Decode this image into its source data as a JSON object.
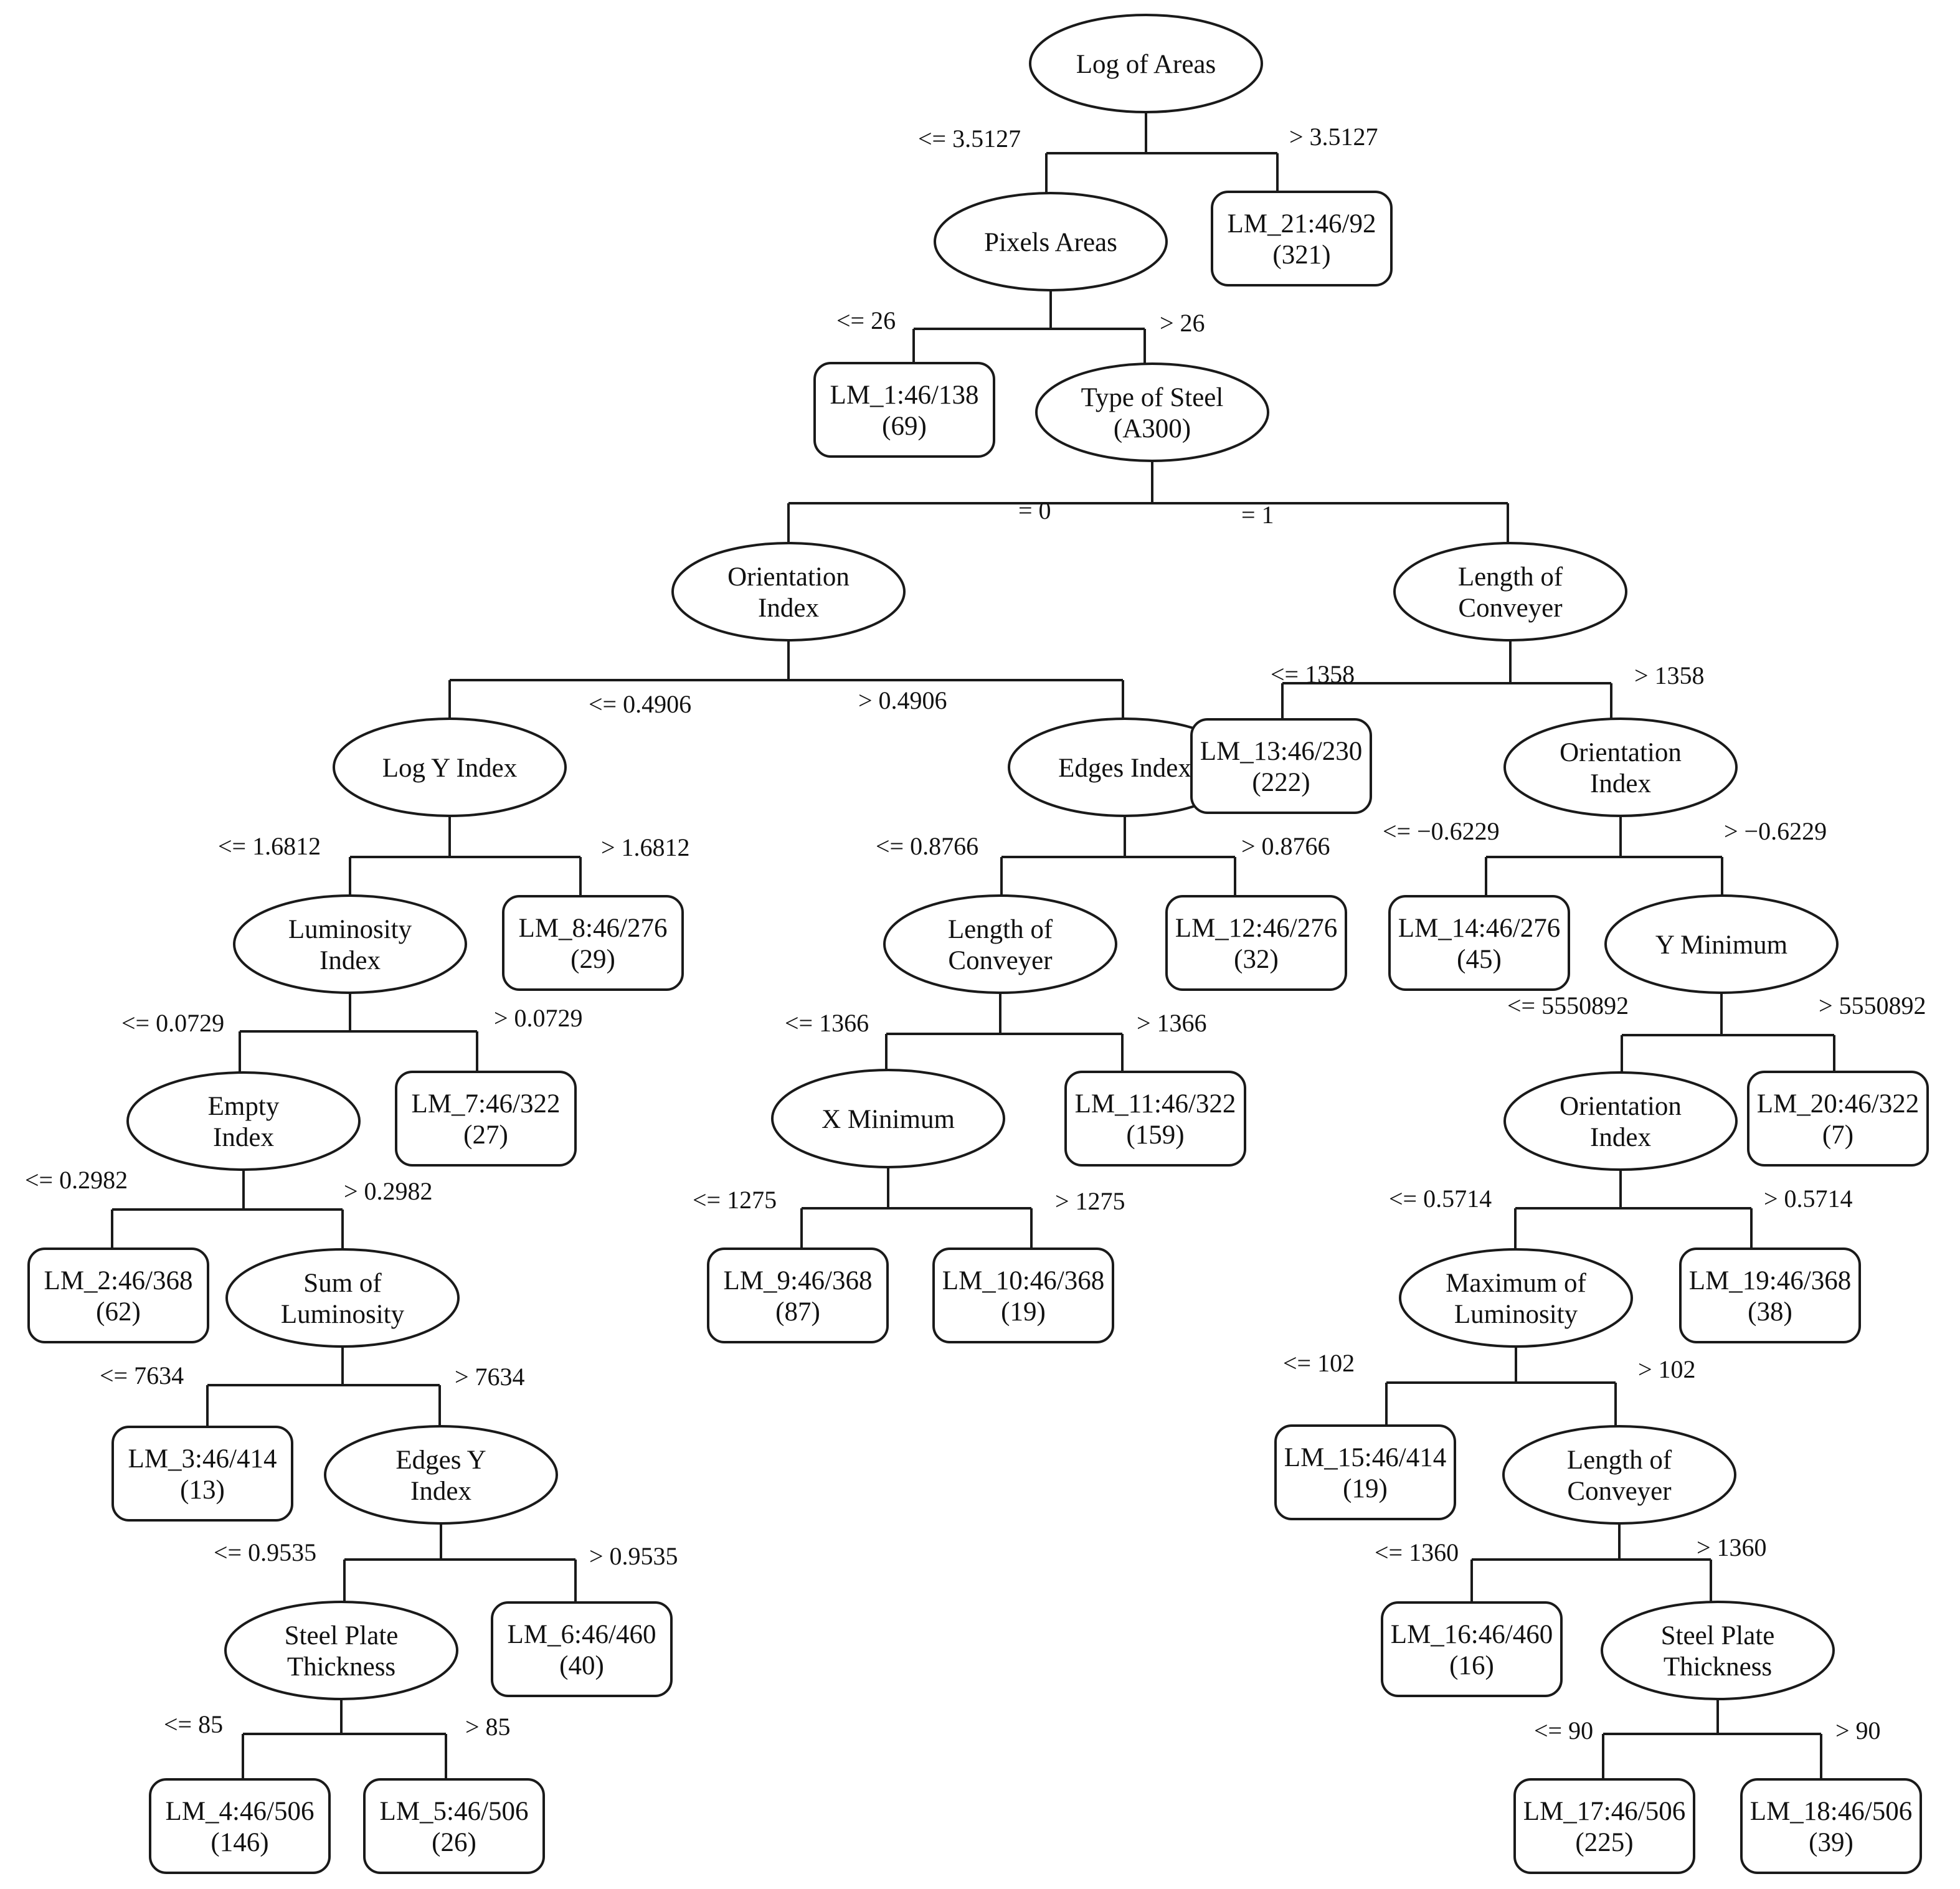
{
  "diagram": {
    "type": "model-tree",
    "nodes": [
      {
        "id": "n_log_areas",
        "kind": "split",
        "lines": [
          "Log of Areas"
        ]
      },
      {
        "id": "n_pixels",
        "kind": "split",
        "lines": [
          "Pixels Areas"
        ]
      },
      {
        "id": "lm21",
        "kind": "leaf",
        "lines": [
          "LM_21:46/92",
          "(321)"
        ]
      },
      {
        "id": "lm1",
        "kind": "leaf",
        "lines": [
          "LM_1:46/138",
          "(69)"
        ]
      },
      {
        "id": "n_type_steel",
        "kind": "split",
        "lines": [
          "Type of Steel",
          "(A300)"
        ]
      },
      {
        "id": "n_orient1",
        "kind": "split",
        "lines": [
          "Orientation",
          "Index"
        ]
      },
      {
        "id": "n_length1",
        "kind": "split",
        "lines": [
          "Length of",
          "Conveyer"
        ]
      },
      {
        "id": "n_logy",
        "kind": "split",
        "lines": [
          "Log Y Index"
        ]
      },
      {
        "id": "n_edges",
        "kind": "split",
        "lines": [
          "Edges Index"
        ]
      },
      {
        "id": "lm13",
        "kind": "leaf",
        "lines": [
          "LM_13:46/230",
          "(222)"
        ]
      },
      {
        "id": "n_orient2",
        "kind": "split",
        "lines": [
          "Orientation",
          "Index"
        ]
      },
      {
        "id": "n_lumin",
        "kind": "split",
        "lines": [
          "Luminosity",
          "Index"
        ]
      },
      {
        "id": "lm8",
        "kind": "leaf",
        "lines": [
          "LM_8:46/276",
          "(29)"
        ]
      },
      {
        "id": "n_length2",
        "kind": "split",
        "lines": [
          "Length of",
          "Conveyer"
        ]
      },
      {
        "id": "lm12",
        "kind": "leaf",
        "lines": [
          "LM_12:46/276",
          "(32)"
        ]
      },
      {
        "id": "lm14",
        "kind": "leaf",
        "lines": [
          "LM_14:46/276",
          "(45)"
        ]
      },
      {
        "id": "n_ymin",
        "kind": "split",
        "lines": [
          "Y Minimum"
        ]
      },
      {
        "id": "n_empty",
        "kind": "split",
        "lines": [
          "Empty",
          "Index"
        ]
      },
      {
        "id": "lm7",
        "kind": "leaf",
        "lines": [
          "LM_7:46/322",
          "(27)"
        ]
      },
      {
        "id": "n_xmin",
        "kind": "split",
        "lines": [
          "X Minimum"
        ]
      },
      {
        "id": "lm11",
        "kind": "leaf",
        "lines": [
          "LM_11:46/322",
          "(159)"
        ]
      },
      {
        "id": "n_orient3",
        "kind": "split",
        "lines": [
          "Orientation",
          "Index"
        ]
      },
      {
        "id": "lm20",
        "kind": "leaf",
        "lines": [
          "LM_20:46/322",
          "(7)"
        ]
      },
      {
        "id": "lm2",
        "kind": "leaf",
        "lines": [
          "LM_2:46/368",
          "(62)"
        ]
      },
      {
        "id": "n_sumlum",
        "kind": "split",
        "lines": [
          "Sum of",
          "Luminosity"
        ]
      },
      {
        "id": "lm9",
        "kind": "leaf",
        "lines": [
          "LM_9:46/368",
          "(87)"
        ]
      },
      {
        "id": "lm10",
        "kind": "leaf",
        "lines": [
          "LM_10:46/368",
          "(19)"
        ]
      },
      {
        "id": "n_maxlum",
        "kind": "split",
        "lines": [
          "Maximum of",
          "Luminosity"
        ]
      },
      {
        "id": "lm19",
        "kind": "leaf",
        "lines": [
          "LM_19:46/368",
          "(38)"
        ]
      },
      {
        "id": "lm3",
        "kind": "leaf",
        "lines": [
          "LM_3:46/414",
          "(13)"
        ]
      },
      {
        "id": "n_edgesy",
        "kind": "split",
        "lines": [
          "Edges Y",
          "Index"
        ]
      },
      {
        "id": "lm15",
        "kind": "leaf",
        "lines": [
          "LM_15:46/414",
          "(19)"
        ]
      },
      {
        "id": "n_length3",
        "kind": "split",
        "lines": [
          "Length of",
          "Conveyer"
        ]
      },
      {
        "id": "n_thick1",
        "kind": "split",
        "lines": [
          "Steel Plate",
          "Thickness"
        ]
      },
      {
        "id": "lm6",
        "kind": "leaf",
        "lines": [
          "LM_6:46/460",
          "(40)"
        ]
      },
      {
        "id": "lm16",
        "kind": "leaf",
        "lines": [
          "LM_16:46/460",
          "(16)"
        ]
      },
      {
        "id": "n_thick2",
        "kind": "split",
        "lines": [
          "Steel Plate",
          "Thickness"
        ]
      },
      {
        "id": "lm4",
        "kind": "leaf",
        "lines": [
          "LM_4:46/506",
          "(146)"
        ]
      },
      {
        "id": "lm5",
        "kind": "leaf",
        "lines": [
          "LM_5:46/506",
          "(26)"
        ]
      },
      {
        "id": "lm17",
        "kind": "leaf",
        "lines": [
          "LM_17:46/506",
          "(225)"
        ]
      },
      {
        "id": "lm18",
        "kind": "leaf",
        "lines": [
          "LM_18:46/506",
          "(39)"
        ]
      }
    ],
    "splits": [
      {
        "parent": "n_log_areas",
        "left": "n_pixels",
        "right": "lm21",
        "left_label": "<= 3.5127",
        "right_label": "> 3.5127"
      },
      {
        "parent": "n_pixels",
        "left": "lm1",
        "right": "n_type_steel",
        "left_label": "<= 26",
        "right_label": "> 26"
      },
      {
        "parent": "n_type_steel",
        "left": "n_orient1",
        "right": "n_length1",
        "left_label": "= 0",
        "right_label": "= 1"
      },
      {
        "parent": "n_orient1",
        "left": "n_logy",
        "right": "n_edges",
        "left_label": "<= 0.4906",
        "right_label": "> 0.4906"
      },
      {
        "parent": "n_length1",
        "left": "lm13",
        "right": "n_orient2",
        "left_label": "<= 1358",
        "right_label": "> 1358"
      },
      {
        "parent": "n_logy",
        "left": "n_lumin",
        "right": "lm8",
        "left_label": "<= 1.6812",
        "right_label": "> 1.6812"
      },
      {
        "parent": "n_edges",
        "left": "n_length2",
        "right": "lm12",
        "left_label": "<= 0.8766",
        "right_label": "> 0.8766"
      },
      {
        "parent": "n_orient2",
        "left": "lm14",
        "right": "n_ymin",
        "left_label": "<= −0.6229",
        "right_label": "> −0.6229"
      },
      {
        "parent": "n_lumin",
        "left": "n_empty",
        "right": "lm7",
        "left_label": "<= 0.0729",
        "right_label": "> 0.0729"
      },
      {
        "parent": "n_length2",
        "left": "n_xmin",
        "right": "lm11",
        "left_label": "<= 1366",
        "right_label": "> 1366"
      },
      {
        "parent": "n_ymin",
        "left": "n_orient3",
        "right": "lm20",
        "left_label": "<= 5550892",
        "right_label": "> 5550892"
      },
      {
        "parent": "n_empty",
        "left": "lm2",
        "right": "n_sumlum",
        "left_label": "<= 0.2982",
        "right_label": "> 0.2982"
      },
      {
        "parent": "n_xmin",
        "left": "lm9",
        "right": "lm10",
        "left_label": "<= 1275",
        "right_label": "> 1275"
      },
      {
        "parent": "n_orient3",
        "left": "n_maxlum",
        "right": "lm19",
        "left_label": "<= 0.5714",
        "right_label": "> 0.5714"
      },
      {
        "parent": "n_sumlum",
        "left": "lm3",
        "right": "n_edgesy",
        "left_label": "<= 7634",
        "right_label": "> 7634"
      },
      {
        "parent": "n_maxlum",
        "left": "lm15",
        "right": "n_length3",
        "left_label": "<= 102",
        "right_label": "> 102"
      },
      {
        "parent": "n_edgesy",
        "left": "n_thick1",
        "right": "lm6",
        "left_label": "<= 0.9535",
        "right_label": "> 0.9535"
      },
      {
        "parent": "n_length3",
        "left": "lm16",
        "right": "n_thick2",
        "left_label": "<= 1360",
        "right_label": "> 1360"
      },
      {
        "parent": "n_thick1",
        "left": "lm4",
        "right": "lm5",
        "left_label": "<= 85",
        "right_label": "> 85"
      },
      {
        "parent": "n_thick2",
        "left": "lm17",
        "right": "lm18",
        "left_label": "<= 90",
        "right_label": "> 90"
      }
    ]
  }
}
